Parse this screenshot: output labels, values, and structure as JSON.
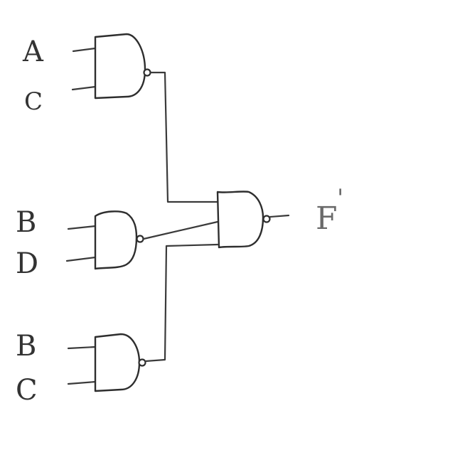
{
  "diagram": {
    "gate_type": "NAND",
    "inputs": {
      "gate1": [
        "A",
        "C"
      ],
      "gate2": [
        "B",
        "D"
      ],
      "gate3": [
        "B",
        "C"
      ]
    },
    "output": {
      "label": "F",
      "prime": "'"
    },
    "colors": {
      "ink": "#2e2e2e",
      "output_ink": "#6a6a6a",
      "background": "#ffffff"
    }
  }
}
